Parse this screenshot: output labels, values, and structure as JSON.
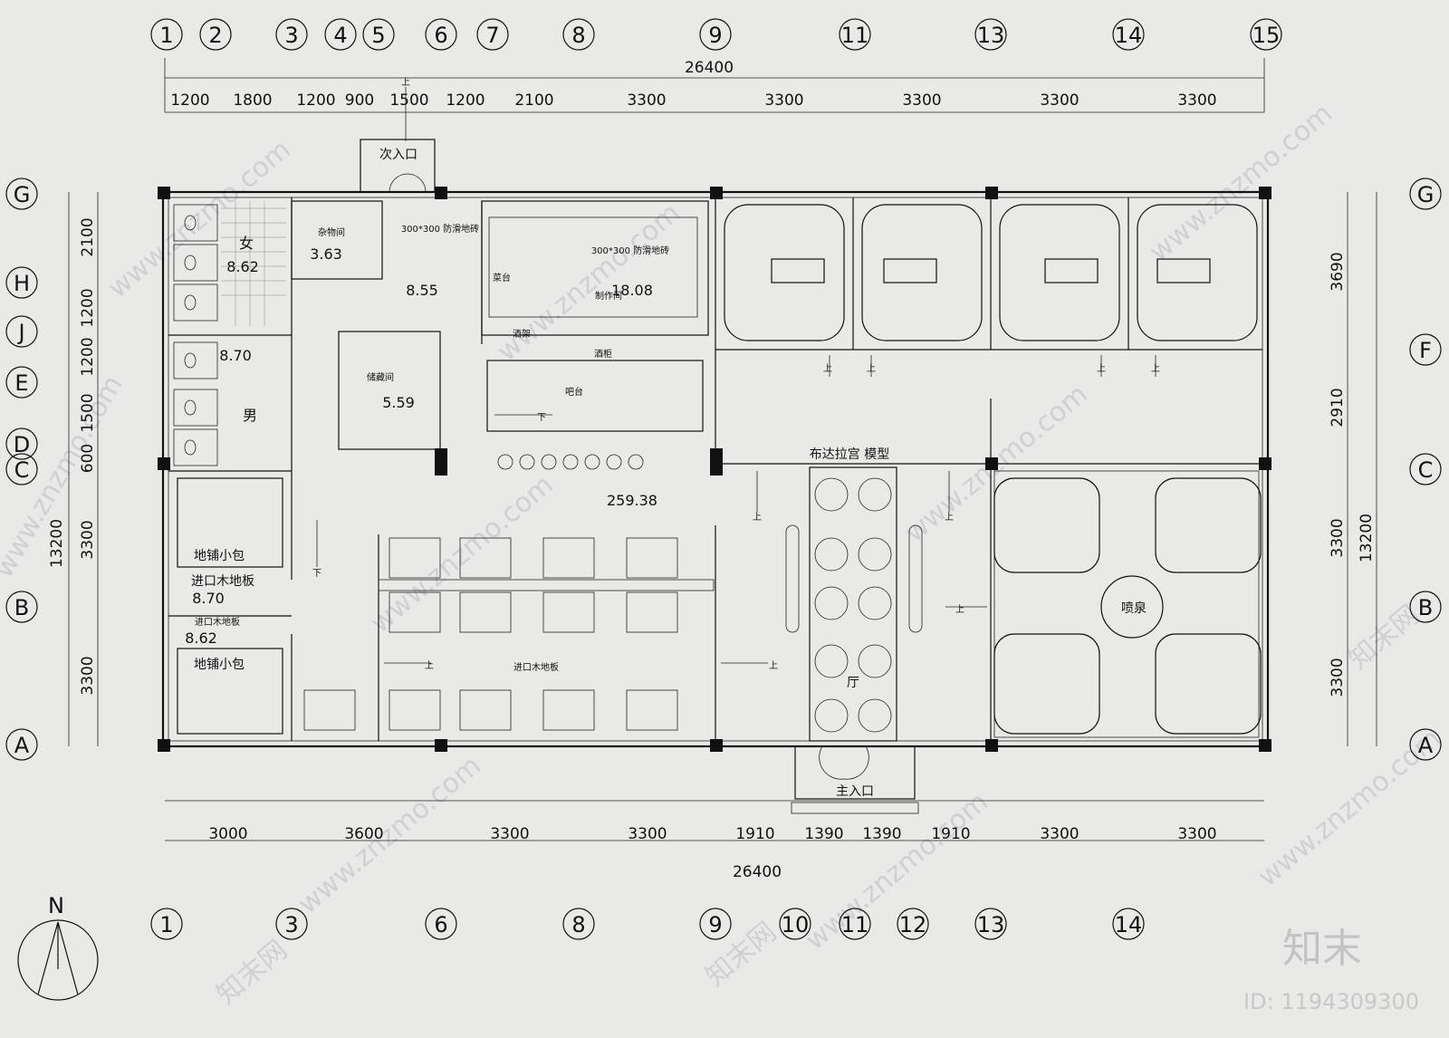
{
  "top_axes": [
    "1",
    "2",
    "3",
    "4",
    "5",
    "6",
    "7",
    "8",
    "9",
    "11",
    "13",
    "14",
    "15"
  ],
  "bottom_axes": [
    "1",
    "3",
    "6",
    "8",
    "9",
    "10",
    "11",
    "12",
    "13",
    "14"
  ],
  "left_axes": [
    "G",
    "H",
    "J",
    "E",
    "D",
    "C",
    "B",
    "A"
  ],
  "right_axes": [
    "G",
    "F",
    "C",
    "B",
    "A"
  ],
  "top_total": "26400",
  "top_dims": [
    "1200",
    "1800",
    "1200",
    "900",
    "1500",
    "1200",
    "2100",
    "3300",
    "3300",
    "3300",
    "3300",
    "3300"
  ],
  "bottom_total": "26400",
  "bottom_dims": [
    "3000",
    "3600",
    "3300",
    "3300",
    "1910",
    "1390",
    "1390",
    "1910",
    "3300",
    "3300"
  ],
  "left_total": "13200",
  "left_dims": [
    "2100",
    "1200",
    "1200",
    "1500",
    "600",
    "3300",
    "3300"
  ],
  "right_total": "13200",
  "right_dims": [
    "3690",
    "2910",
    "3300",
    "3300"
  ],
  "rooms": {
    "secondary_entrance": "次入口",
    "main_entrance": "主入口",
    "female": "女",
    "female_area": "8.62",
    "male": "男",
    "male_area": "8.70",
    "storage": "杂物间",
    "storage_area": "3.63",
    "corridor_area": "8.55",
    "kitchen": "制作间",
    "kitchen_area": "18.08",
    "tile_note_1": "300*300 防滑地砖",
    "tile_note_2": "300*300 防滑地砖",
    "counter": "菜台",
    "shelf": "酒架",
    "bar_shelf": "酒柜",
    "bar": "吧台",
    "wine_cellar": "储藏间",
    "wine_cellar_area": "5.59",
    "potala_model": "布达拉宫  模型",
    "hall_area": "259.38",
    "private_room_1": "地铺小包",
    "wood_floor_1": "进口木地板",
    "wood_area_1": "8.70",
    "wood_floor_2": "进口木地板",
    "wood_area_2": "8.62",
    "private_room_2": "地铺小包",
    "wood_floor_main": "进口木地板",
    "fountain": "喷泉",
    "hall_mark": "厅",
    "up": "上",
    "down": "下"
  },
  "north": "N",
  "watermark": {
    "brand": "知末",
    "id": "ID: 1194309300",
    "site": "www.znzmo.com",
    "site_cn": "知末网"
  }
}
